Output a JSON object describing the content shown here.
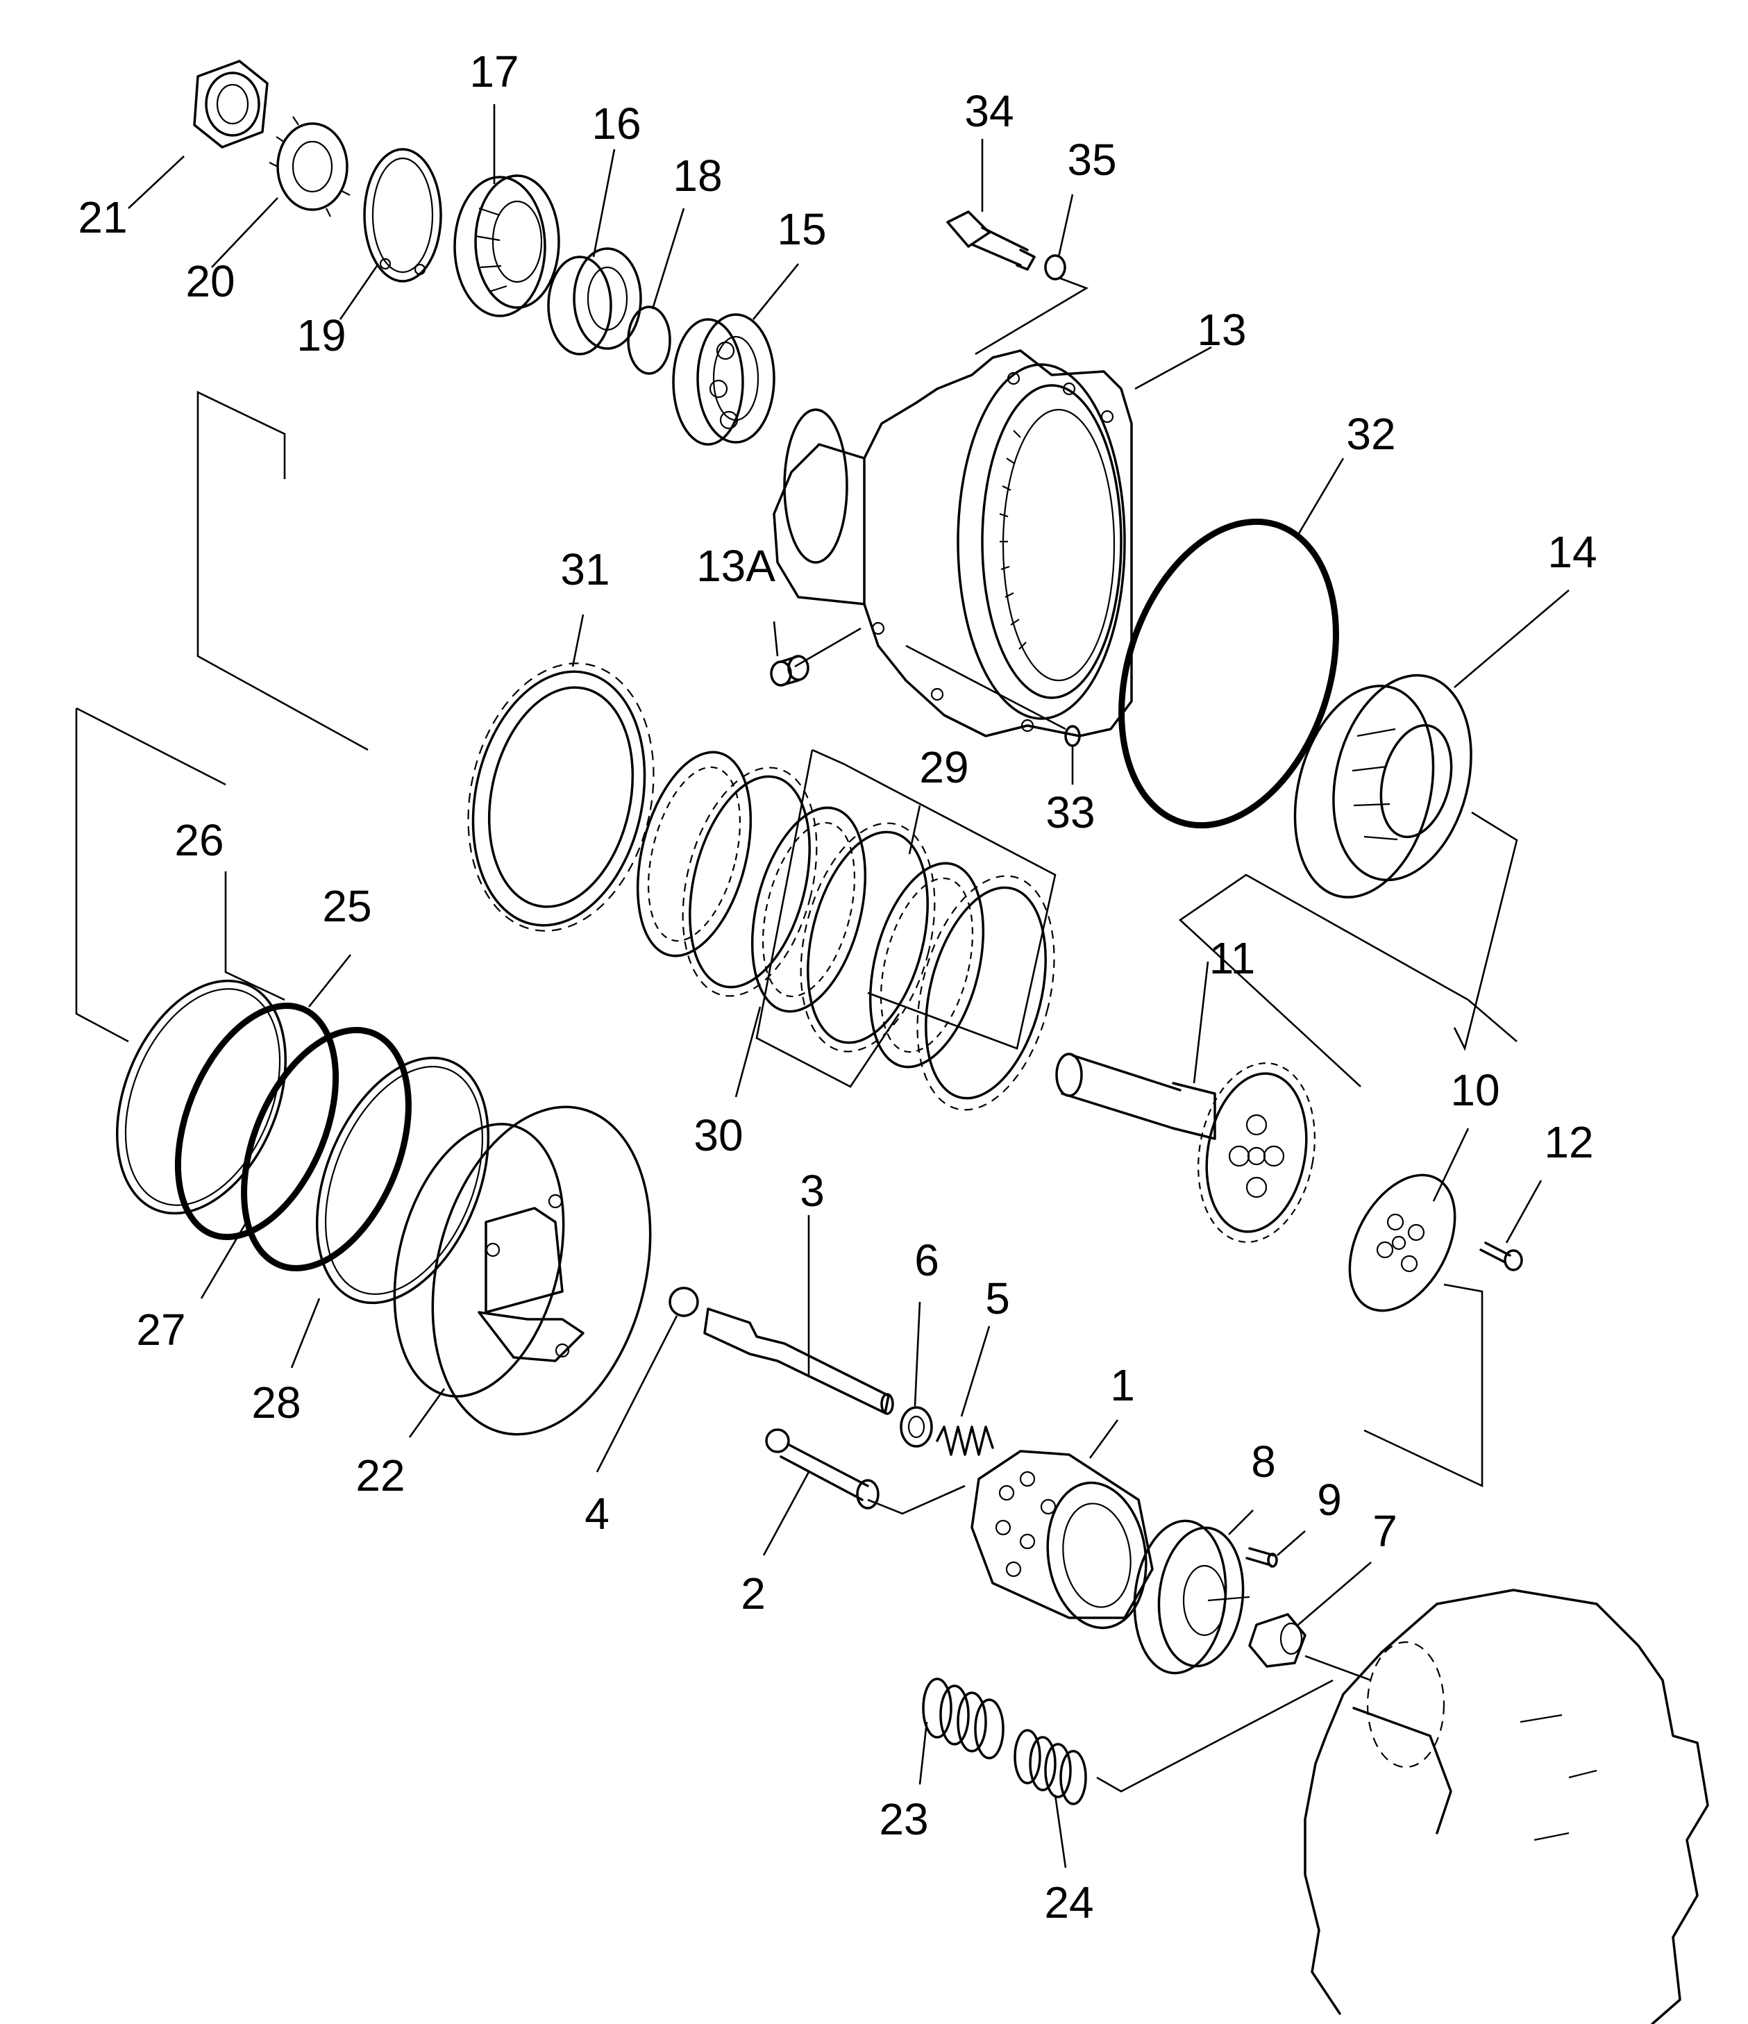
{
  "callouts": {
    "p1": "1",
    "p2": "2",
    "p3": "3",
    "p4": "4",
    "p5": "5",
    "p6": "6",
    "p7": "7",
    "p8": "8",
    "p9": "9",
    "p10": "10",
    "p11": "11",
    "p12": "12",
    "p13": "13",
    "p13a": "13A",
    "p14": "14",
    "p15": "15",
    "p16": "16",
    "p17": "17",
    "p18": "18",
    "p19": "19",
    "p20": "20",
    "p21": "21",
    "p22": "22",
    "p23": "23",
    "p24": "24",
    "p25": "25",
    "p26": "26",
    "p27": "27",
    "p28": "28",
    "p29": "29",
    "p30": "30",
    "p31": "31",
    "p32": "32",
    "p33": "33",
    "p34": "34",
    "p35": "35"
  }
}
